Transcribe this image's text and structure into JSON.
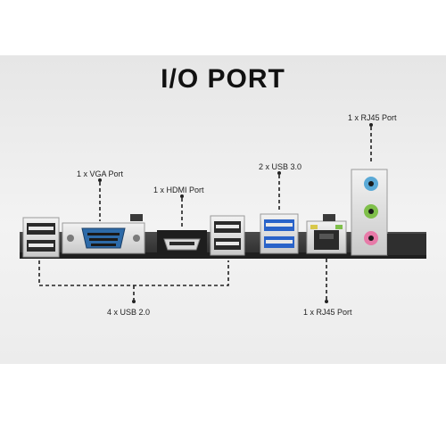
{
  "title": "I/O PORT",
  "labels": {
    "rj45_top": "1 x RJ45 Port",
    "vga": "1 x VGA Port",
    "usb3": "2 x USB 3.0",
    "hdmi": "1 x HDMI Port",
    "usb2": "4 x USB 2.0",
    "rj45_bottom": "1 x RJ45 Port"
  },
  "colors": {
    "audio_blue": "#5aa9d6",
    "audio_green": "#7fbf4a",
    "audio_pink": "#e77aa8",
    "usb3_blue": "#2a63c9",
    "leader": "#222222"
  }
}
